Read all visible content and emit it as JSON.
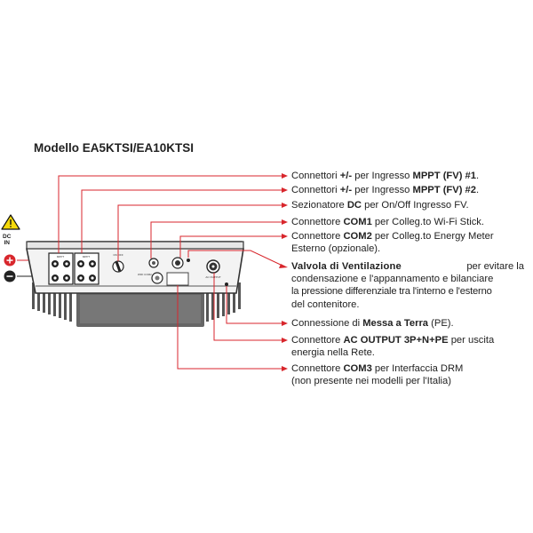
{
  "title": "Modello EA5KTSI/EA10KTSI",
  "dc_in": {
    "line1": "DC",
    "line2": "IN",
    "plus": "+",
    "minus": "−"
  },
  "device_labels": {
    "mppt1": "MPPT",
    "mppt2": "MPPT",
    "dc_switch": "ON  OFF",
    "com_port": "WIFI   COM2",
    "ac_output": "AC OUTPUT"
  },
  "callouts": [
    {
      "id": "mppt1",
      "parts": [
        [
          "Connettori ",
          false
        ],
        [
          "+/-",
          true
        ],
        [
          " per Ingresso ",
          false
        ],
        [
          "MPPT (FV) #1",
          true
        ],
        [
          ".",
          false
        ]
      ]
    },
    {
      "id": "mppt2",
      "parts": [
        [
          "Connettori ",
          false
        ],
        [
          "+/-",
          true
        ],
        [
          " per Ingresso ",
          false
        ],
        [
          "MPPT (FV) #2",
          true
        ],
        [
          ".",
          false
        ]
      ]
    },
    {
      "id": "dc",
      "parts": [
        [
          "Sezionatore ",
          false
        ],
        [
          "DC",
          true
        ],
        [
          " per On/Off Ingresso FV.",
          false
        ]
      ]
    },
    {
      "id": "com1",
      "parts": [
        [
          "Connettore ",
          false
        ],
        [
          "COM1",
          true
        ],
        [
          " per Colleg.to Wi-Fi Stick.",
          false
        ]
      ]
    },
    {
      "id": "com2",
      "parts": [
        [
          "Connettore ",
          false
        ],
        [
          "COM2",
          true
        ],
        [
          " per Colleg.to Energy Meter",
          false
        ]
      ],
      "line2": "Esterno (opzionale)."
    },
    {
      "id": "valve",
      "parts": [
        [
          "Valvola di Ventilazione",
          true
        ],
        [
          " per evitare la",
          false
        ]
      ],
      "line2": "condensazione e l'appannamento e bilanciare",
      "line3": "la pressione differenziale tra l'interno e l'esterno",
      "line4": "del contenitore."
    },
    {
      "id": "pe",
      "parts": [
        [
          "Connessione di ",
          false
        ],
        [
          "Messa a Terra",
          true
        ],
        [
          " (PE).",
          false
        ]
      ]
    },
    {
      "id": "ac",
      "parts": [
        [
          "Connettore ",
          false
        ],
        [
          "AC OUTPUT 3P+N+PE",
          true
        ],
        [
          " per uscita",
          false
        ]
      ],
      "line2": "energia nella Rete."
    },
    {
      "id": "com3",
      "parts": [
        [
          "Connettore ",
          false
        ],
        [
          "COM3",
          true
        ],
        [
          " per Interfaccia DRM",
          false
        ]
      ],
      "line2": "(non presente nei modelli per l'Italia)"
    }
  ],
  "colors": {
    "leader": "#d8262c",
    "text": "#222222",
    "warning": "#f5d90a"
  }
}
